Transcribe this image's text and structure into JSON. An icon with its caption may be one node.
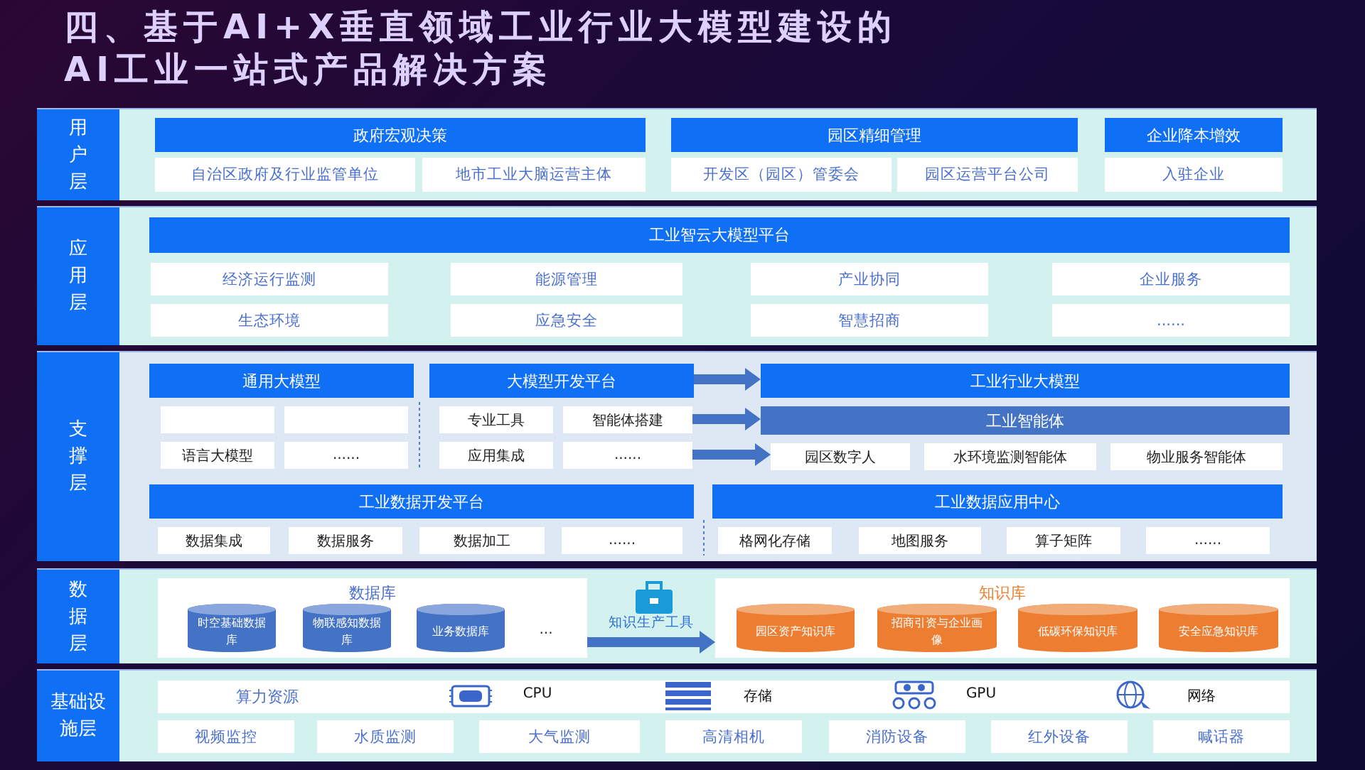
{
  "diagram": {
    "title": "四、基于AI+X垂直领域工业行业大模型建设的AI工业一站式产品解决方案",
    "nodes": [
      {
        "text": [
          "用户层"
        ]
      },
      {
        "text": [
          "政府宏观决策"
        ],
        "in": 0
      },
      {
        "text": [
          "园区精细管理"
        ],
        "in": 0
      },
      {
        "text": [
          "企业降本增效"
        ],
        "in": 0
      },
      {
        "text": [
          "自治区政府及行业监管单位"
        ],
        "in": 0
      },
      {
        "text": [
          "地市工业大脑运营主体"
        ],
        "in": 0
      },
      {
        "text": [
          "开发区（园区）管委会"
        ],
        "in": 0
      },
      {
        "text": [
          "园区运营平台公司"
        ],
        "in": 0
      },
      {
        "text": [
          "入驻企业"
        ],
        "in": 0
      },
      {
        "text": [
          "应用层"
        ]
      },
      {
        "text": [
          "工业智云大模型平台"
        ],
        "in": 9
      },
      {
        "text": [
          "经济运行监测"
        ],
        "in": 9
      },
      {
        "text": [
          "能源管理"
        ],
        "in": 9
      },
      {
        "text": [
          "产业协同"
        ],
        "in": 9
      },
      {
        "text": [
          "企业服务"
        ],
        "in": 9
      },
      {
        "text": [
          "生态环境"
        ],
        "in": 9
      },
      {
        "text": [
          "应急安全"
        ],
        "in": 9
      },
      {
        "text": [
          "智慧招商"
        ],
        "in": 9
      },
      {
        "text": [
          "......"
        ],
        "in": 9
      },
      {
        "text": [
          "支撑层"
        ]
      },
      {
        "text": [
          "通用大模型"
        ],
        "in": 19
      },
      {
        "text": [
          "大模型开发平台"
        ],
        "in": 19
      },
      {
        "text": [
          "工业行业大模型"
        ],
        "in": 19
      },
      {
        "text": [],
        "shape": "box",
        "in": 19
      },
      {
        "text": [],
        "shape": "box",
        "in": 19
      },
      {
        "text": [
          "专业工具"
        ],
        "in": 19
      },
      {
        "text": [
          "智能体搭建"
        ],
        "in": 19
      },
      {
        "text": [
          "工业智能体"
        ],
        "in": 19
      },
      {
        "text": [
          "语言大模型"
        ],
        "in": 19
      },
      {
        "text": [
          "......"
        ],
        "in": 19
      },
      {
        "text": [
          "应用集成"
        ],
        "in": 19
      },
      {
        "text": [
          "......"
        ],
        "in": 19
      },
      {
        "text": [
          "园区数字人"
        ],
        "in": 19
      },
      {
        "text": [
          "水环境监测智能体"
        ],
        "in": 19
      },
      {
        "text": [
          "物业服务智能体"
        ],
        "in": 19
      },
      {
        "text": [
          "工业数据开发平台"
        ],
        "in": 19
      },
      {
        "text": [
          "工业数据应用中心"
        ],
        "in": 19
      },
      {
        "text": [
          "数据集成"
        ],
        "in": 19
      },
      {
        "text": [
          "数据服务"
        ],
        "in": 19
      },
      {
        "text": [
          "数据加工"
        ],
        "in": 19
      },
      {
        "text": [
          "......"
        ],
        "in": 19
      },
      {
        "text": [
          "格网化存储"
        ],
        "in": 19
      },
      {
        "text": [
          "地图服务"
        ],
        "in": 19
      },
      {
        "text": [
          "算子矩阵"
        ],
        "in": 19
      },
      {
        "text": [
          "......"
        ],
        "in": 19
      },
      {
        "text": [
          "数据层"
        ]
      },
      {
        "text": [
          "数据库"
        ],
        "in": 45
      },
      {
        "text": [
          "时空基础数据库"
        ],
        "in": 46
      },
      {
        "text": [
          "物联感知数据库"
        ],
        "in": 46
      },
      {
        "text": [
          "业务数据库"
        ],
        "in": 46
      },
      {
        "text": [
          "知识库"
        ],
        "in": 45
      },
      {
        "text": [
          "园区资产知识库"
        ],
        "in": 50
      },
      {
        "text": [
          "招商引资与企业画像"
        ],
        "in": 50
      },
      {
        "text": [
          "低碳环保知识库"
        ],
        "in": 50
      },
      {
        "text": [
          "安全应急知识库"
        ],
        "in": 50
      },
      {
        "text": [
          "基础设施层"
        ]
      },
      {
        "text": [
          "算力资源",
          "CPU",
          "存储",
          "GPU",
          "网络"
        ],
        "in": 55
      },
      {
        "text": [
          "视频监控"
        ],
        "in": 55
      },
      {
        "text": [
          "水质监测"
        ],
        "in": 55
      },
      {
        "text": [
          "大气监测"
        ],
        "in": 55
      },
      {
        "text": [
          "高清相机"
        ],
        "in": 55
      },
      {
        "text": [
          "消防设备"
        ],
        "in": 55
      },
      {
        "text": [
          "红外设备"
        ],
        "in": 55
      },
      {
        "text": [
          "喊话器"
        ],
        "in": 55
      }
    ],
    "edges": [
      {
        "from": 21,
        "to": 22,
        "arrow": "to"
      },
      {
        "from": 26,
        "to": 27,
        "arrow": "to"
      },
      {
        "from": 31,
        "to": 32,
        "arrow": "to"
      },
      {
        "from": 46,
        "to": 50,
        "arrow": "to"
      }
    ],
    "labels": [
      "...",
      "知识生产工具"
    ]
  }
}
